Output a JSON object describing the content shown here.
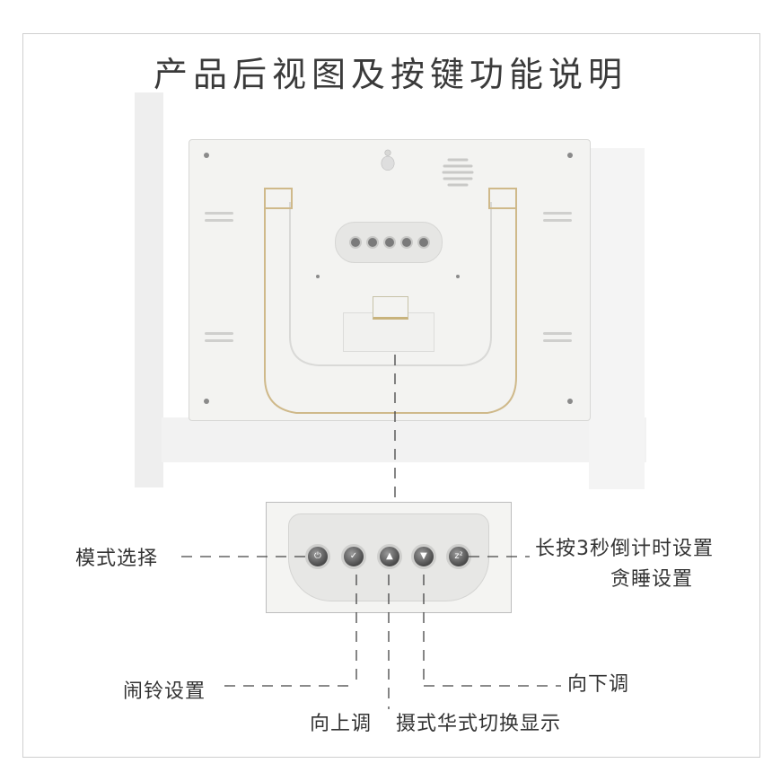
{
  "title": "产品后视图及按键功能说明",
  "labels": {
    "mode": "模式选择",
    "timer_line1": "长按3秒倒计时设置",
    "timer_line2": "贪睡设置",
    "alarm": "闹铃设置",
    "down": "向下调",
    "up": "向上调",
    "unit": "摄式华式切换显示"
  },
  "button_icons": [
    "power-icon",
    "bell-icon",
    "up-triangle-icon",
    "down-triangle-icon",
    "snooze-icon"
  ],
  "button_glyphs": [
    "⏻",
    "✓",
    "▲",
    "▼",
    "z²"
  ]
}
